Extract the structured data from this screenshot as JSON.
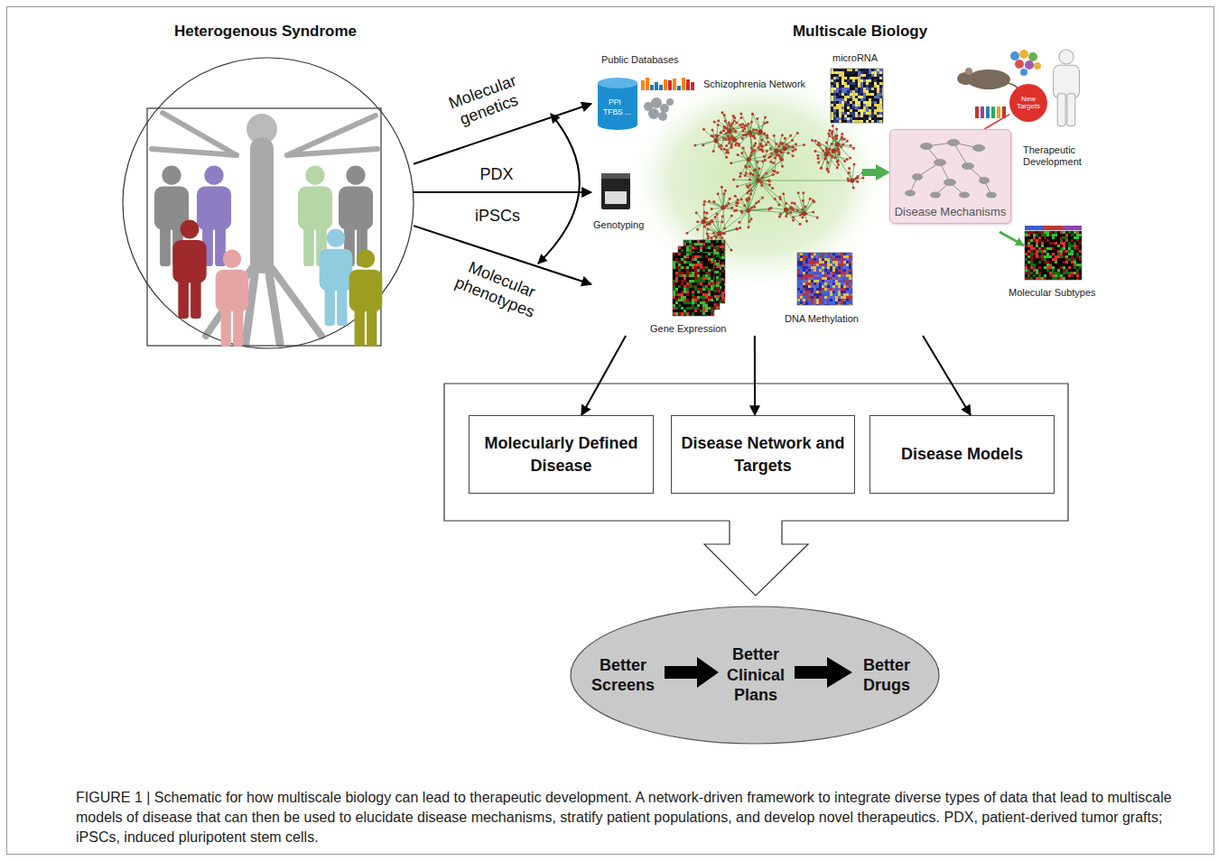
{
  "diagram": {
    "caption": "FIGURE 1 | Schematic for how multiscale biology can lead to therapeutic development. A network-driven framework to integrate diverse types of data that lead to multiscale models of disease that can then be used to elucidate disease mechanisms, stratify patient populations, and develop novel therapeutics. PDX, patient-derived tumor grafts; iPSCs, induced pluripotent stem cells.",
    "nodes": [
      {
        "text": [
          "Heterogenous Syndrome"
        ]
      },
      {
        "text": [
          "Multiscale Biology"
        ]
      },
      {
        "text": [
          "Disease Mechanisms"
        ],
        "in": 1
      },
      {
        "text": [
          "New Targets"
        ],
        "in": 1
      },
      {
        "text": [
          "Molecularly Defined Disease"
        ]
      },
      {
        "text": [
          "Disease Network and Targets"
        ]
      },
      {
        "text": [
          "Disease Models"
        ]
      },
      {
        "text": [
          "Better Screens",
          "Better Clinical Plans",
          "Better Drugs"
        ]
      }
    ],
    "edges": [
      {
        "from": 0,
        "to": 1,
        "label": "Molecular genetics",
        "arrow": "to"
      },
      {
        "from": 0,
        "to": 1,
        "label": "PDX",
        "arrow": "to"
      },
      {
        "from": 0,
        "to": 1,
        "label": "Molecular phenotypes",
        "arrow": "to"
      },
      {
        "from": 2,
        "to": 3,
        "arrow": "none"
      },
      {
        "from": 1,
        "to": 4,
        "arrow": "to"
      },
      {
        "from": 1,
        "to": 5,
        "arrow": "to"
      },
      {
        "from": 1,
        "to": 6,
        "arrow": "to"
      }
    ],
    "labels": [
      "Public Databases",
      "PPI",
      "TFBS ...",
      "Schizophrenia Network",
      "microRNA",
      "Genotyping",
      "Gene Expression",
      "DNA Methylation",
      "Therapeutic Development",
      "Molecular Subtypes",
      "iPSCs"
    ]
  }
}
